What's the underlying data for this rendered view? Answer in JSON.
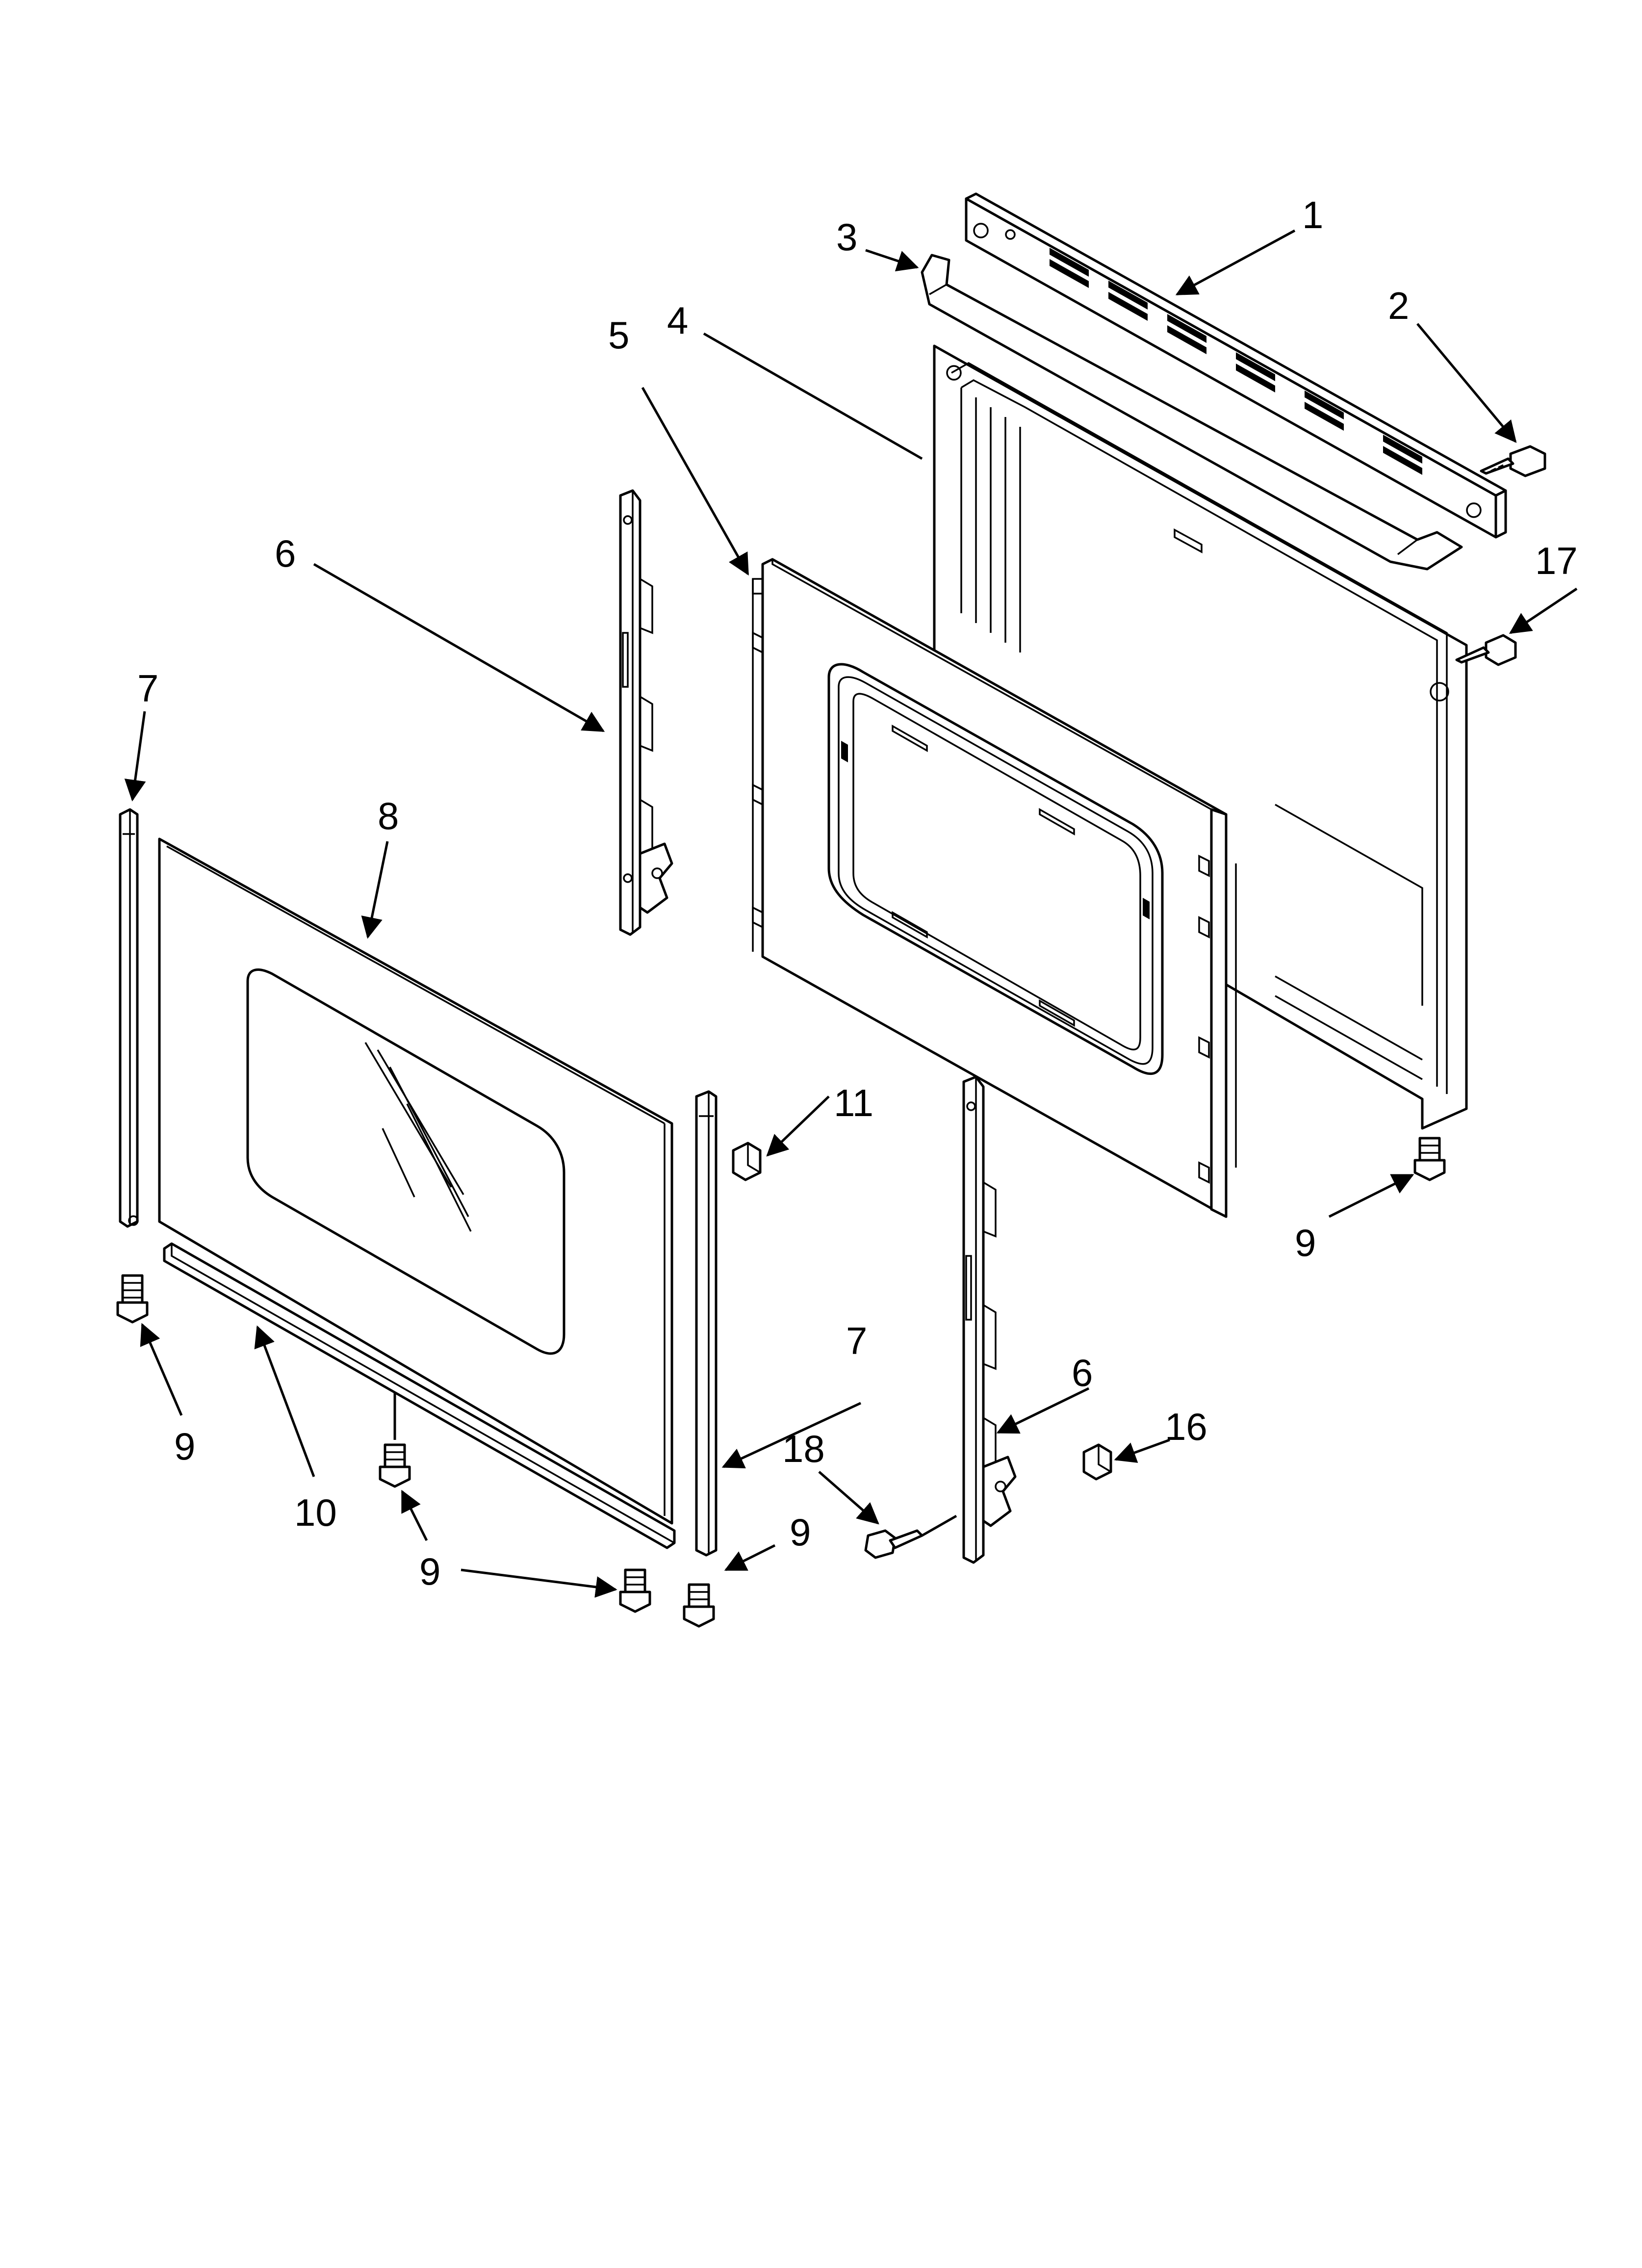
{
  "diagram": {
    "callouts": [
      {
        "id": "c1",
        "label": "1"
      },
      {
        "id": "c2",
        "label": "2"
      },
      {
        "id": "c3",
        "label": "3"
      },
      {
        "id": "c4",
        "label": "4"
      },
      {
        "id": "c5",
        "label": "5"
      },
      {
        "id": "c6a",
        "label": "6"
      },
      {
        "id": "c6b",
        "label": "6"
      },
      {
        "id": "c7a",
        "label": "7"
      },
      {
        "id": "c7b",
        "label": "7"
      },
      {
        "id": "c8",
        "label": "8"
      },
      {
        "id": "c9a",
        "label": "9"
      },
      {
        "id": "c9b",
        "label": "9"
      },
      {
        "id": "c9c",
        "label": "9"
      },
      {
        "id": "c9d",
        "label": "9"
      },
      {
        "id": "c10",
        "label": "10"
      },
      {
        "id": "c11",
        "label": "11"
      },
      {
        "id": "c16",
        "label": "16"
      },
      {
        "id": "c17",
        "label": "17"
      },
      {
        "id": "c18",
        "label": "18"
      }
    ]
  }
}
